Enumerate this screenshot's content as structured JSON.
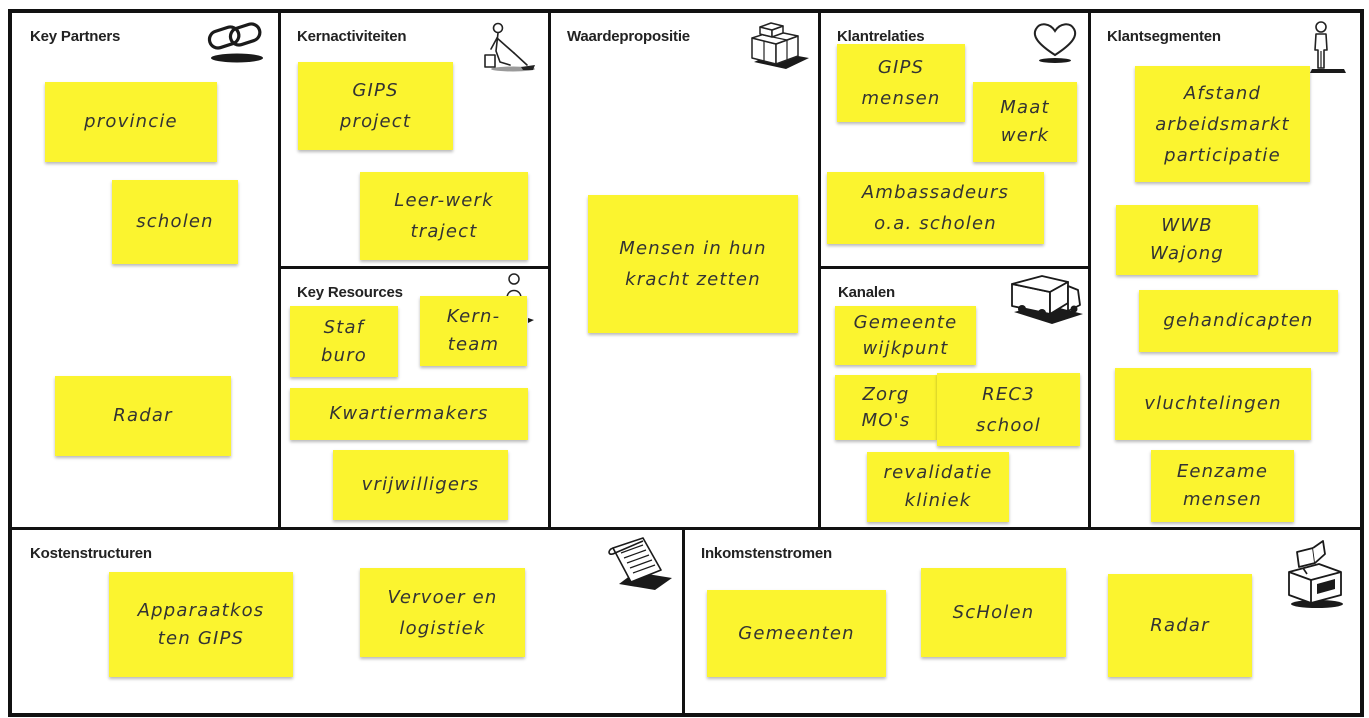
{
  "colors": {
    "sticky_note": "#fbf42f",
    "grid_line": "#111111"
  },
  "canvas": {
    "key_partners": {
      "title": "Key Partners",
      "icon": "chain-link-icon",
      "notes": [
        {
          "text": "provincie"
        },
        {
          "text": "scholen"
        },
        {
          "text": "Radar"
        }
      ]
    },
    "kernactiviteiten": {
      "title": "Kernactiviteiten",
      "icon": "worker-icon",
      "notes": [
        {
          "text": "GIPS\nproject"
        },
        {
          "text": "Leer-werk\ntraject"
        }
      ]
    },
    "key_resources": {
      "title": "Key Resources",
      "icon": "resource-person-icon",
      "notes": [
        {
          "text": "Staf\nburo"
        },
        {
          "text": "Kern-\nteam"
        },
        {
          "text": "Kwartiermakers"
        },
        {
          "text": "vrijwilligers"
        }
      ]
    },
    "waardepropositie": {
      "title": "Waardepropositie",
      "icon": "gift-boxes-icon",
      "notes": [
        {
          "text": "Mensen in hun\nkracht zetten"
        }
      ]
    },
    "klantrelaties": {
      "title": "Klantrelaties",
      "icon": "heart-icon",
      "notes": [
        {
          "text": "GIPS\nmensen"
        },
        {
          "text": "Maat\nwerk"
        },
        {
          "text": "Ambassadeurs\no.a. scholen"
        }
      ]
    },
    "kanalen": {
      "title": "Kanalen",
      "icon": "truck-icon",
      "notes": [
        {
          "text": "Gemeente\nwijkpunt"
        },
        {
          "text": "Zorg\nMO's"
        },
        {
          "text": "REC3\nschool"
        },
        {
          "text": "revalidatie\nkliniek"
        }
      ]
    },
    "klantsegmenten": {
      "title": "Klantsegmenten",
      "icon": "standing-person-icon",
      "notes": [
        {
          "text": "Afstand\narbeidsmarkt\nparticipatie"
        },
        {
          "text": "WWB\nWajong"
        },
        {
          "text": "gehandicapten"
        },
        {
          "text": "vluchtelingen"
        },
        {
          "text": "Eenzame\nmensen"
        }
      ]
    },
    "kostenstructuren": {
      "title": "Kostenstructuren",
      "icon": "receipt-icon",
      "notes": [
        {
          "text": "Apparaatkos\nten GIPS"
        },
        {
          "text": "Vervoer en\nlogistiek"
        }
      ]
    },
    "inkomstenstromen": {
      "title": "Inkomstenstromen",
      "icon": "cash-register-icon",
      "notes": [
        {
          "text": "Gemeenten"
        },
        {
          "text": "ScHolen"
        },
        {
          "text": "Radar"
        }
      ]
    }
  }
}
